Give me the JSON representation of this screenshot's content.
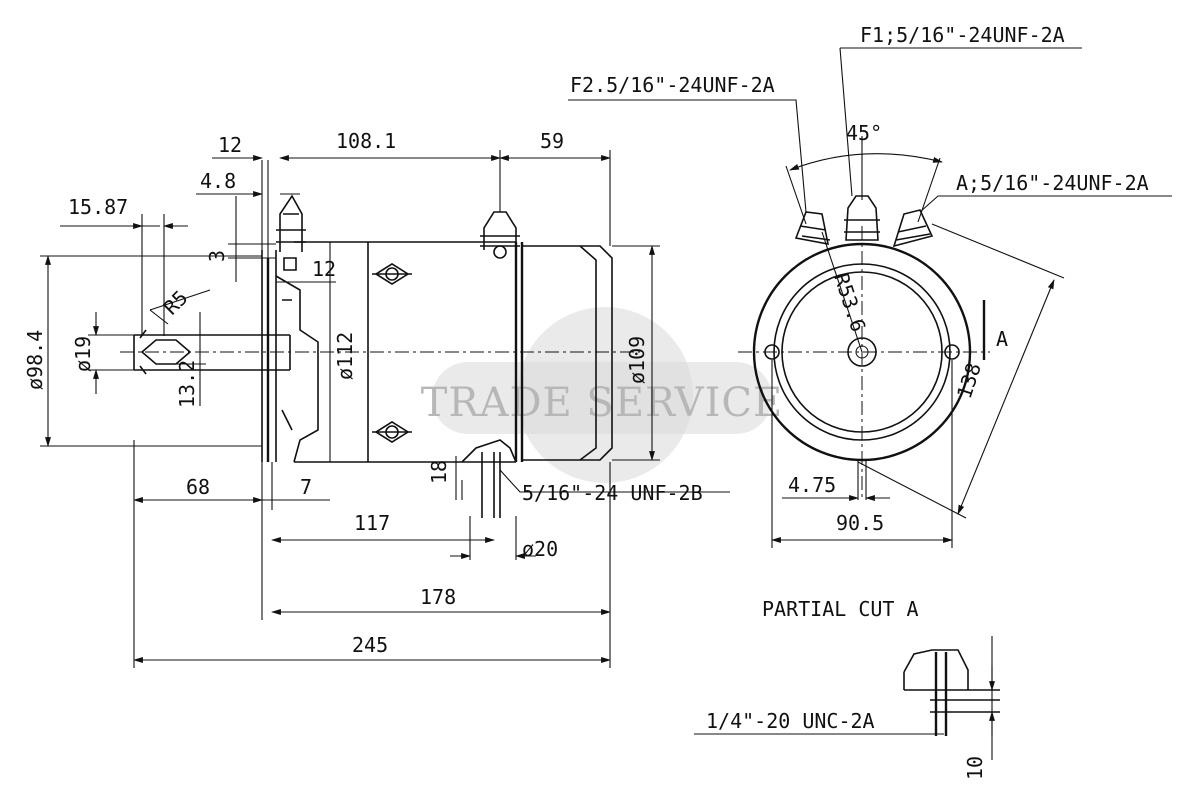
{
  "watermark": {
    "text": "TRADE SERVICE"
  },
  "side_view": {
    "dims": {
      "d12_top": "12",
      "d108_1": "108.1",
      "d59": "59",
      "d4_8": "4.8",
      "d15_87": "15.87",
      "d3": "3",
      "d12_mid": "12",
      "r5": "R5",
      "d98_4": "ø98.4",
      "d19": "ø19",
      "d13_2": "13.2",
      "d112": "ø112",
      "d109": "ø109",
      "d68": "68",
      "d7": "7",
      "d18": "18",
      "d117": "117",
      "d20": "ø20",
      "d178": "178",
      "d245": "245"
    },
    "callouts": {
      "thread_b": "5/16\"-24 UNF-2B"
    }
  },
  "end_view": {
    "callouts": {
      "f1": "F1;5/16\"-24UNF-2A",
      "f2": "F2.5/16\"-24UNF-2A",
      "a": "A;5/16\"-24UNF-2A"
    },
    "dims": {
      "angle": "45°",
      "radius": "R53.6",
      "section": "A",
      "d138": "138",
      "d4_75": "4.75",
      "d90_5": "90.5"
    }
  },
  "partial_cut": {
    "title": "PARTIAL CUT A",
    "thread": "1/4\"-20 UNC-2A",
    "d10": "10"
  }
}
